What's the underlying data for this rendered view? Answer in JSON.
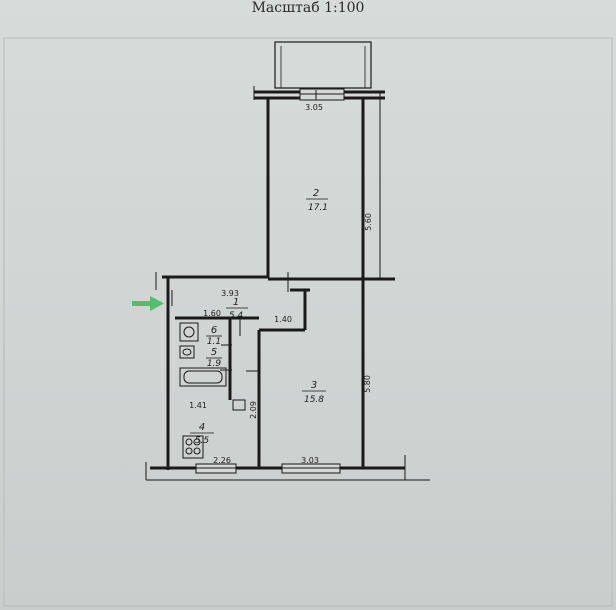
{
  "title": "Масштаб 1:100",
  "rooms": [
    {
      "number": "1",
      "area": "5.4"
    },
    {
      "number": "2",
      "area": "17.1"
    },
    {
      "number": "3",
      "area": "15.8"
    },
    {
      "number": "4",
      "area": "5.5"
    },
    {
      "number": "6",
      "area": "1.1"
    },
    {
      "number": "5",
      "area": "1.9"
    }
  ],
  "dimensions": {
    "balcony_top": "3.05",
    "room2_height": "5.60",
    "corridor_width": "3.93",
    "corridor_left": "1.60",
    "corridor_right": "1.40",
    "room3_height": "5.80",
    "kitchen_partition": "2.09",
    "bath_width": "1.41",
    "kitchen_bottom": "2.26",
    "room3_bottom": "3.03"
  },
  "colors": {
    "line": "#1a1a1a",
    "arrow": "#49c26b",
    "paper": "#d3d7d6"
  },
  "icons": {
    "entrance": "green-arrow-icon",
    "toilet": "toilet-icon",
    "sink": "sink-icon",
    "bathtub": "bathtub-icon",
    "stove": "stove-icon"
  }
}
